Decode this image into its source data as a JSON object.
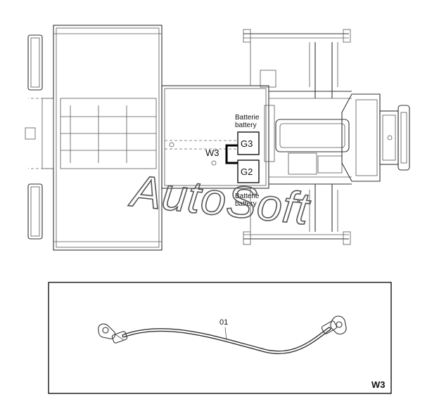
{
  "top_view": {
    "battery_label_upper": [
      "Batterie",
      "battery"
    ],
    "battery_label_lower": [
      "Batterie",
      "battery"
    ],
    "g3_label": "G3",
    "g2_label": "G2",
    "w3_callout": "W3"
  },
  "watermark": "AutoSoft",
  "detail_view": {
    "part_callout": "01",
    "title": "W3"
  }
}
